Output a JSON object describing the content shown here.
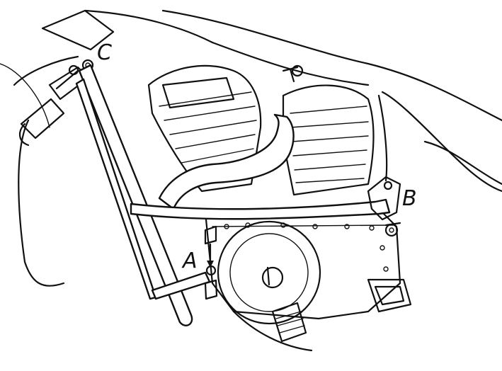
{
  "callouts": {
    "a": "A",
    "b": "B",
    "c": "C"
  },
  "colors": {
    "ink": "#111111",
    "paper": "#ffffff"
  }
}
